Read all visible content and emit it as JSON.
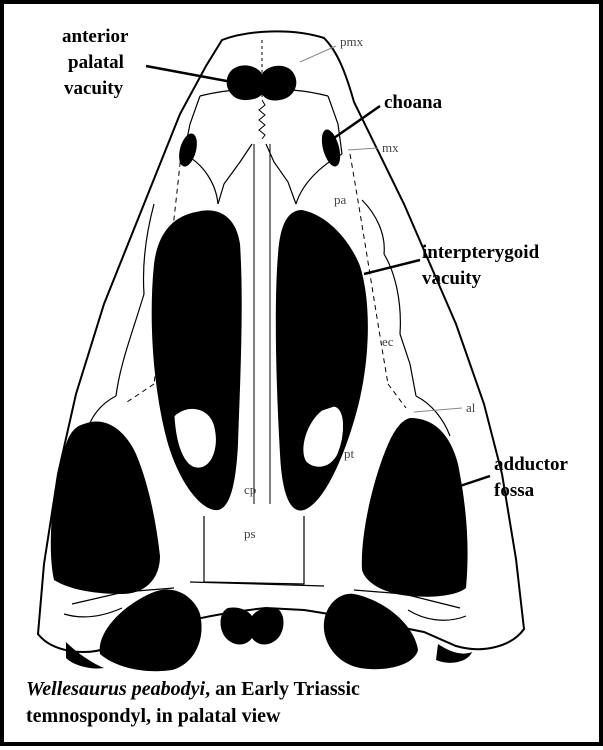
{
  "labels": {
    "anterior_palatal_vacuity": [
      "anterior",
      "palatal",
      "vacuity"
    ],
    "choana": "choana",
    "interpterygoid_vacuity": [
      "interpterygoid",
      "vacuity"
    ],
    "adductor_fossa": [
      "adductor",
      "fossa"
    ]
  },
  "abbreviations": {
    "pmx": "pmx",
    "mx": "mx",
    "pa": "pa",
    "ec": "ec",
    "al": "al",
    "pt": "pt",
    "cp": "cp",
    "ps": "ps"
  },
  "caption": {
    "species": "Wellesaurus peabodyi",
    "rest_line1": ", an Early Triassic",
    "line2": "temnospondyl, in palatal view"
  },
  "colors": {
    "ink": "#000000",
    "paper": "#ffffff",
    "leader_gray": "#888888",
    "text_gray": "#444444"
  }
}
